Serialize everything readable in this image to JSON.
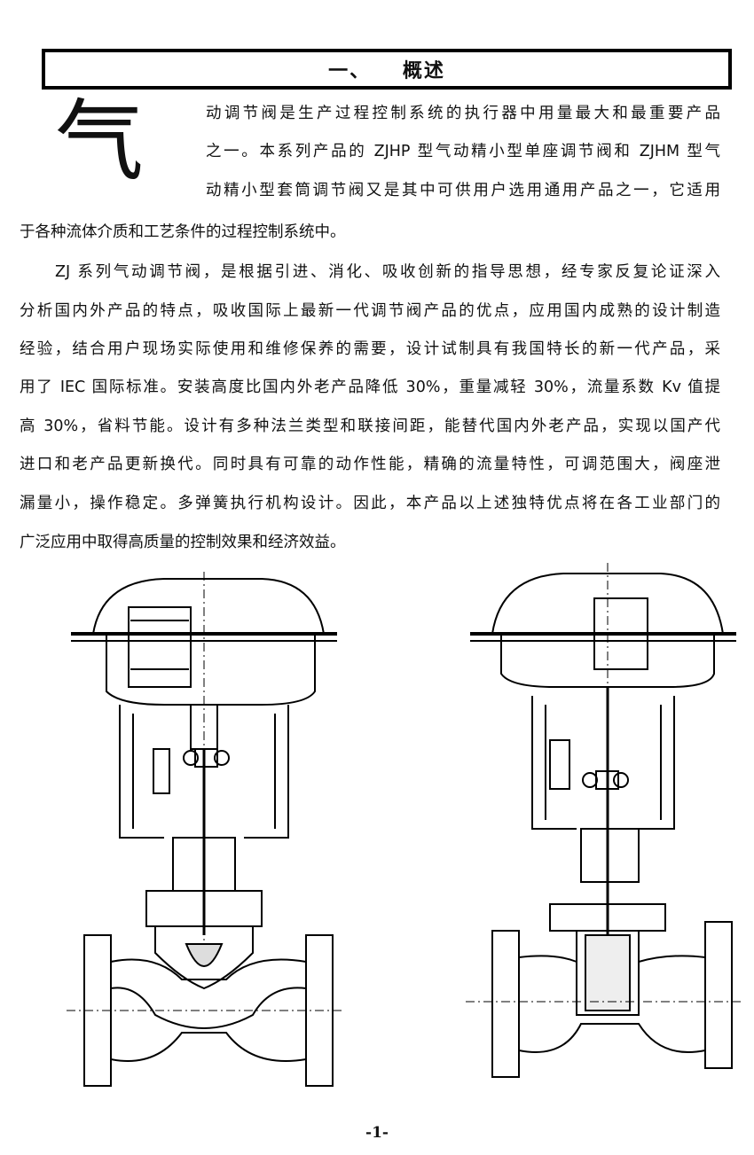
{
  "section_title": "一、 概述",
  "drop_cap": "气",
  "paragraph1": [
    "动调节阀是生产过程控制系统的执行器中用量最大和最重要产品",
    "之一。本系列产品的 ZJHP 型气动精小型单座调节阀和 ZJHM 型气",
    "动精小型套筒调节阀又是其中可供用户选用通用产品之一，它适用",
    "于各种流体介质和工艺条件的过程控制系统中。"
  ],
  "paragraph2": [
    "ZJ 系列气动调节阀，是根据引进、消化、吸收创新的指导思想，经专家反复论证深入",
    "分析国内外产品的特点，吸收国际上最新一代调节阀产品的优点，应用国内成熟的设计制造",
    "经验，结合用户现场实际使用和维修保养的需要，设计试制具有我国特长的新一代产品，采",
    "用了 IEC 国际标准。安装高度比国内外老产品降低 30%，重量减轻 30%，流量系数 Kv 值提",
    "高 30%，省料节能。设计有多种法兰类型和联接间距，能替代国内外老产品，实现以国产代",
    "进口和老产品更新换代。同时具有可靠的动作性能，精确的流量特性，可调范围大，阀座泄",
    "漏量小，操作稳定。多弹簧执行机构设计。因此，本产品以上述独特优点将在各工业部门的",
    "广泛应用中取得高质量的控制效果和经济效益。"
  ],
  "page_number": "-1-"
}
